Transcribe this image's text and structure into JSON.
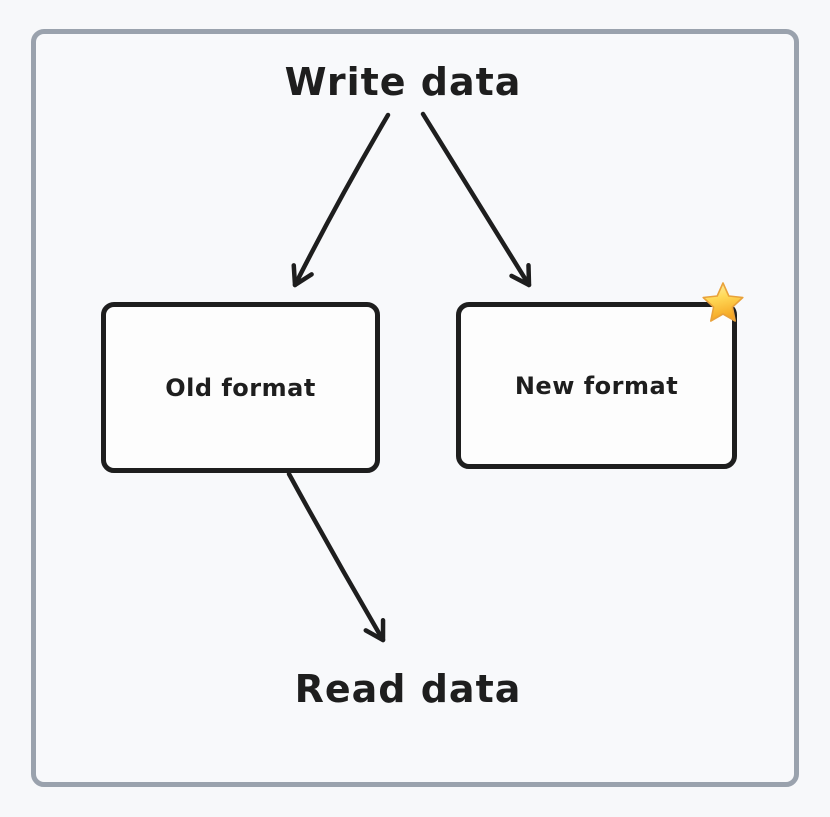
{
  "diagram": {
    "title_label": "Write data",
    "footer_label": "Read data",
    "nodes": [
      {
        "label": "Old format"
      },
      {
        "label": "New format",
        "badge_icon": "star"
      }
    ],
    "arrows": [
      {
        "from": "Write data",
        "to": "Old format"
      },
      {
        "from": "Write data",
        "to": "New format"
      },
      {
        "from": "Old format",
        "to": "Read data"
      }
    ],
    "colors": {
      "canvas_background": "#f7f8fa",
      "frame_border": "#9aa2ad",
      "ink": "#1e1e1e",
      "node_fill": "#fdfdfd",
      "star_light": "#fef0b0",
      "star_mid": "#ffd957",
      "star_dark": "#f5a623",
      "star_outline": "#e9a23b"
    }
  }
}
